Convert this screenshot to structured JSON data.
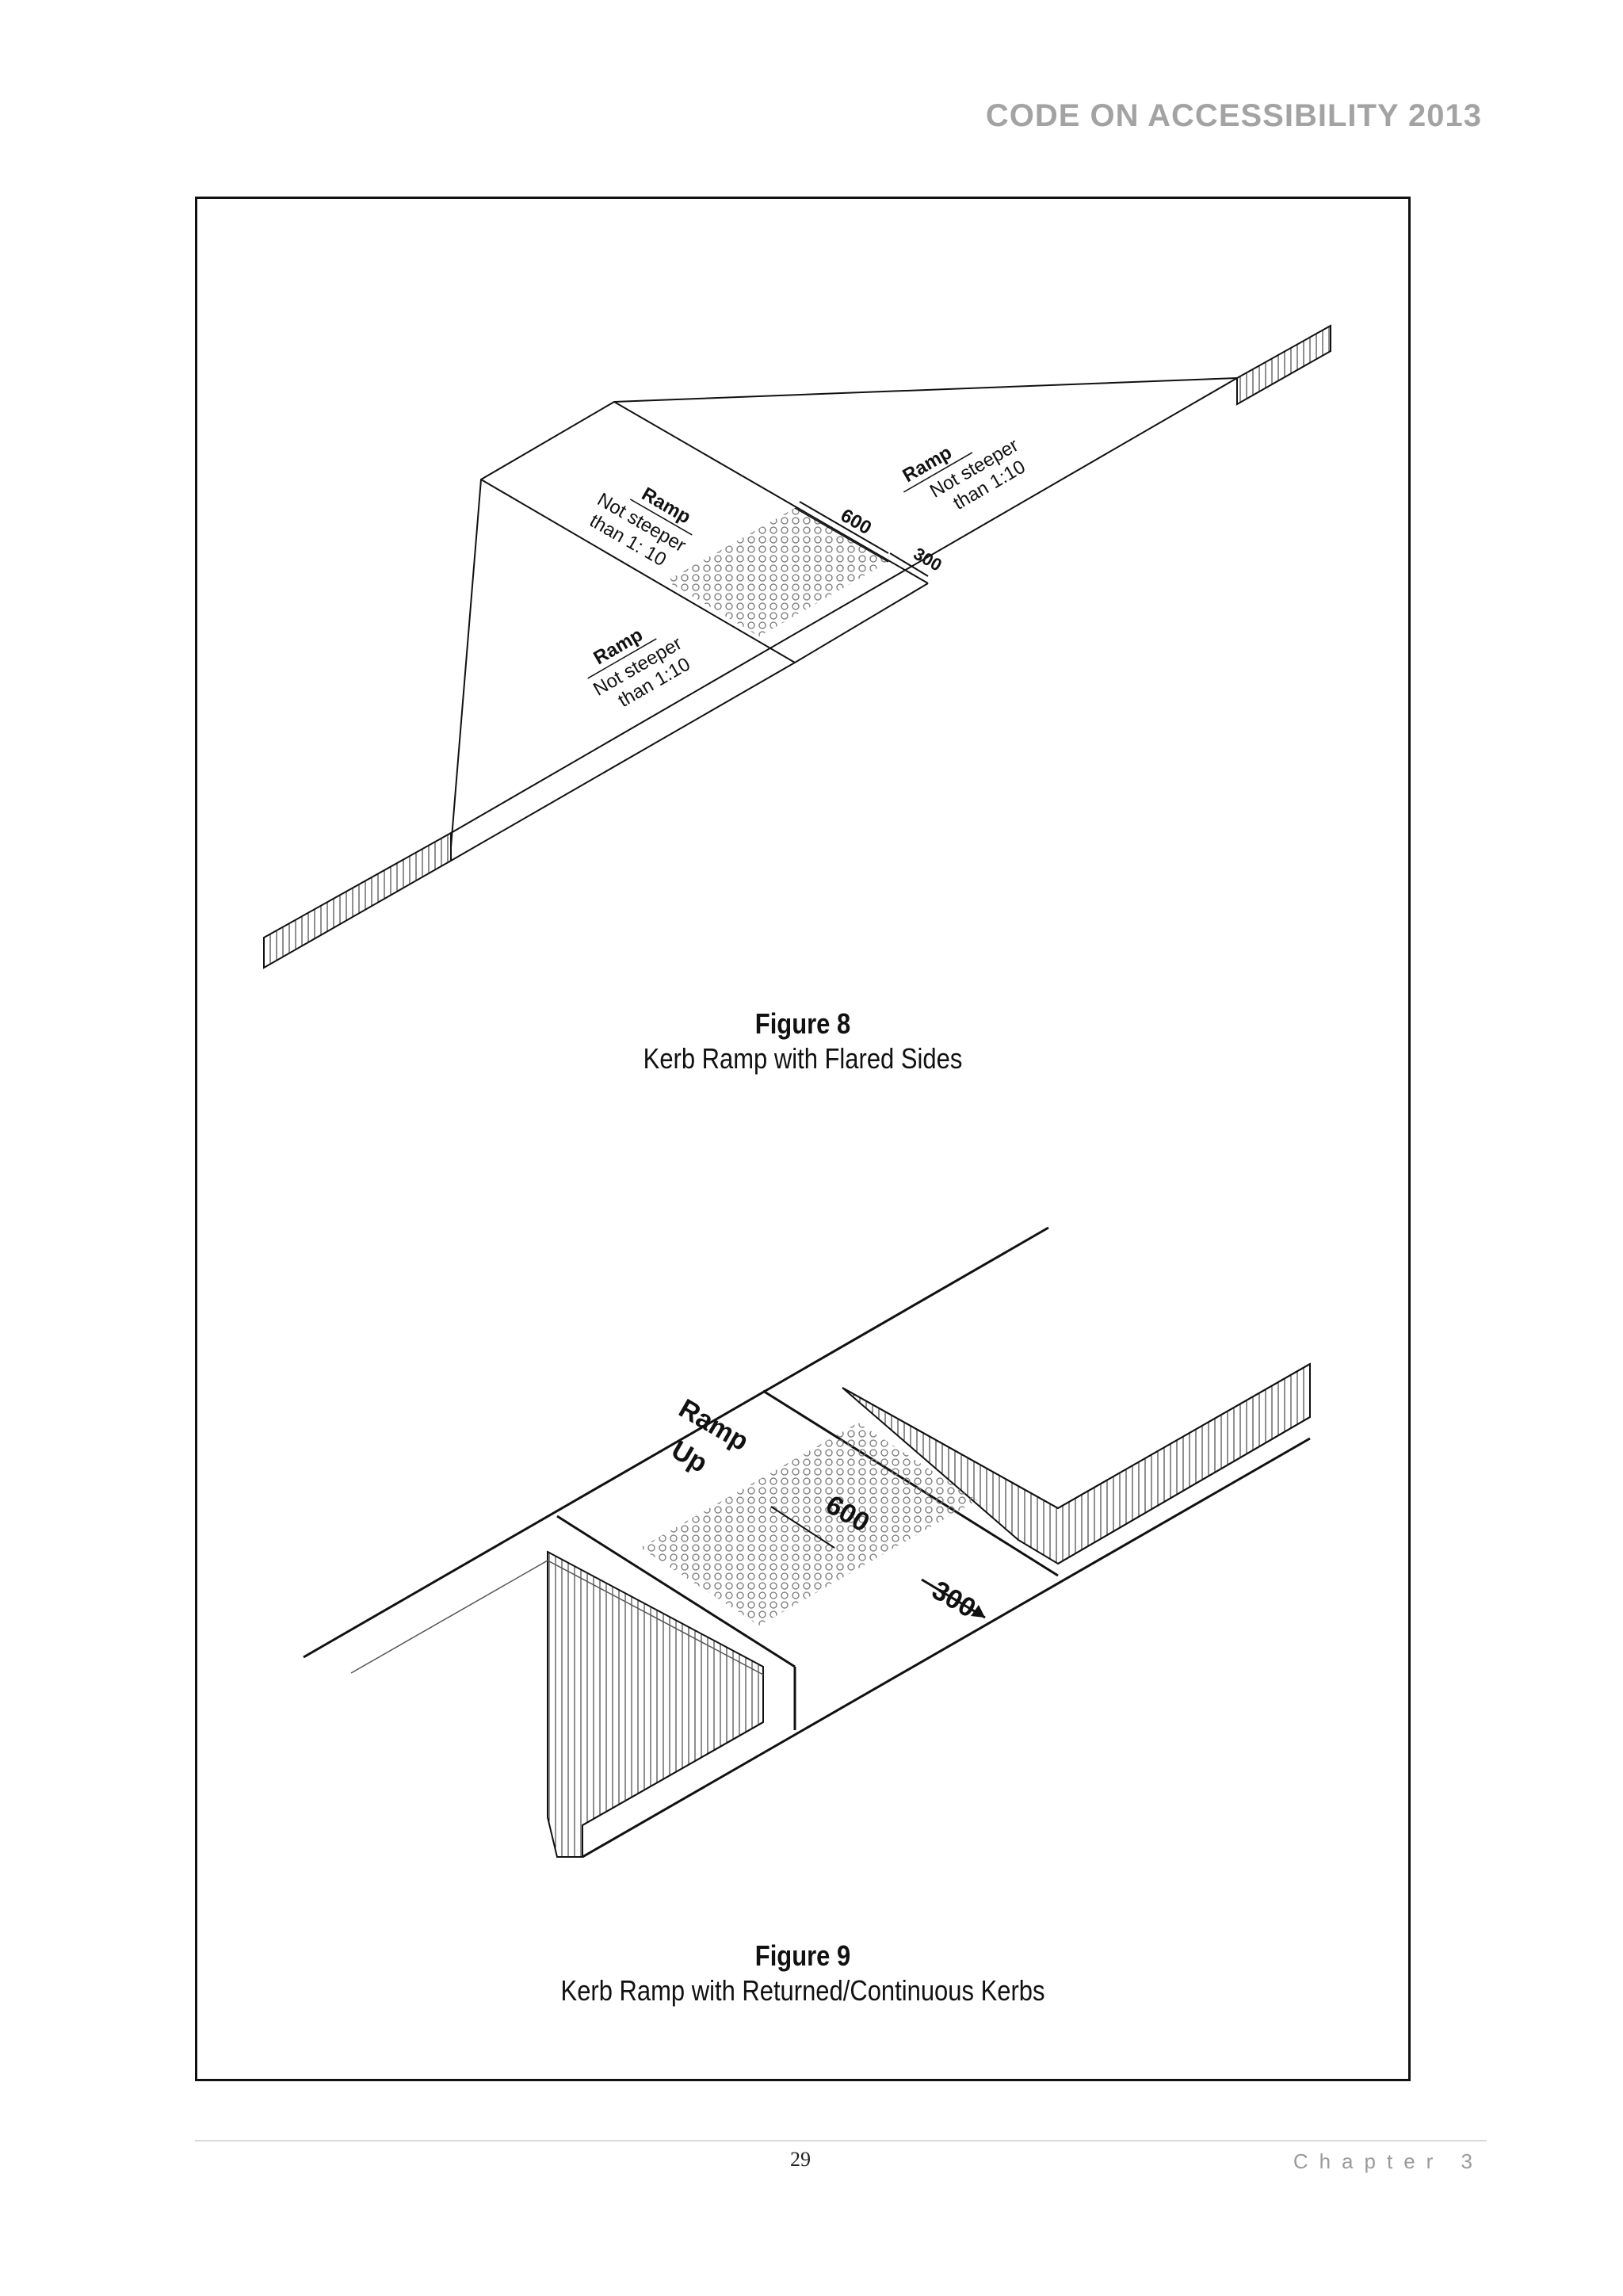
{
  "header": {
    "running_title": "CODE ON ACCESSIBILITY 2013"
  },
  "figures": [
    {
      "number": "Figure 8",
      "title": "Kerb Ramp with Flared Sides",
      "labels": {
        "ramp_left": "Ramp",
        "not_steeper_left_1": "Not steeper",
        "not_steeper_left_2": "than 1: 10",
        "ramp_right": "Ramp",
        "not_steeper_right_1": "Not steeper",
        "not_steeper_right_2": "than 1:10",
        "ramp_bottom": "Ramp",
        "not_steeper_bottom_1": "Not steeper",
        "not_steeper_bottom_2": "than 1:10",
        "dim_600": "600",
        "dim_300": "300"
      }
    },
    {
      "number": "Figure 9",
      "title": "Kerb Ramp with Returned/Continuous Kerbs",
      "labels": {
        "ramp": "Ramp",
        "up": "Up",
        "dim_600": "600",
        "dim_300": "300"
      }
    }
  ],
  "footer": {
    "page_number": "29",
    "chapter": "Chapter 3"
  }
}
